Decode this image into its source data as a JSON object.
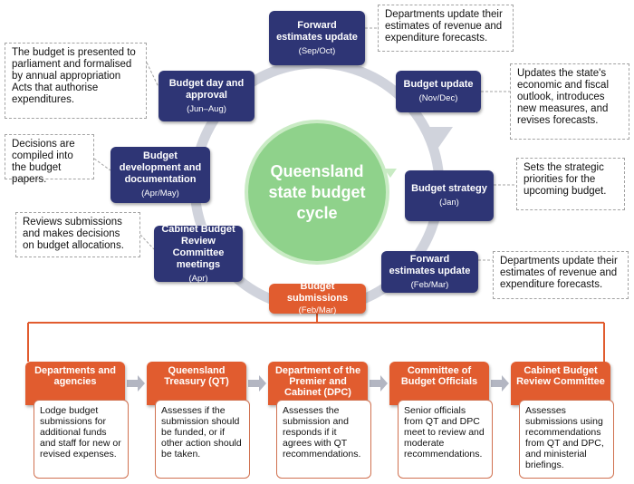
{
  "cycle": {
    "center_title": "Queensland state budget cycle",
    "stages": [
      {
        "title": "Forward estimates update",
        "period": "(Sep/Oct)",
        "note": "Departments update their estimates of revenue and expenditure forecasts."
      },
      {
        "title": "Budget update",
        "period": "(Nov/Dec)",
        "note": "Updates the state's economic and fiscal outlook, introduces new measures, and revises forecasts."
      },
      {
        "title": "Budget strategy",
        "period": "(Jan)",
        "note": "Sets the strategic priorities for the upcoming budget."
      },
      {
        "title": "Forward estimates update",
        "period": "(Feb/Mar)",
        "note": "Departments update their estimates of revenue and expenditure forecasts."
      },
      {
        "title": "Budget submissions",
        "period": "(Feb/Mar)"
      },
      {
        "title": "Cabinet Budget Review Committee meetings",
        "period": "(Apr)",
        "note": "Reviews submissions and makes decisions on budget allocations."
      },
      {
        "title": "Budget development and documentation",
        "period": "(Apr/May)",
        "note": "Decisions are compiled into the budget papers."
      },
      {
        "title": "Budget day and approval",
        "period": "(Jun–Aug)",
        "note": "The budget is presented to parliament and formalised by annual appropriation Acts that authorise expenditures."
      }
    ]
  },
  "submission_process": [
    {
      "title": "Departments and agencies",
      "desc": "Lodge budget submissions for additional funds and staff for new or revised expenses."
    },
    {
      "title": "Queensland Treasury (QT)",
      "desc": "Assesses if the submission should be funded, or if other action should be taken."
    },
    {
      "title": "Department of the Premier and Cabinet (DPC)",
      "desc": "Assesses the submission and responds if it agrees with QT recommendations."
    },
    {
      "title": "Committee of Budget Officials",
      "desc": "Senior officials from QT and DPC meet to review and moderate recommendations."
    },
    {
      "title": "Cabinet Budget Review Committee",
      "desc": "Assesses submissions using recommendations from QT and DPC, and ministerial briefings."
    }
  ],
  "colors": {
    "navy": "#2e3575",
    "orange": "#e15c2f",
    "green": "#8fd28b",
    "ring": "#d0d3dc"
  }
}
